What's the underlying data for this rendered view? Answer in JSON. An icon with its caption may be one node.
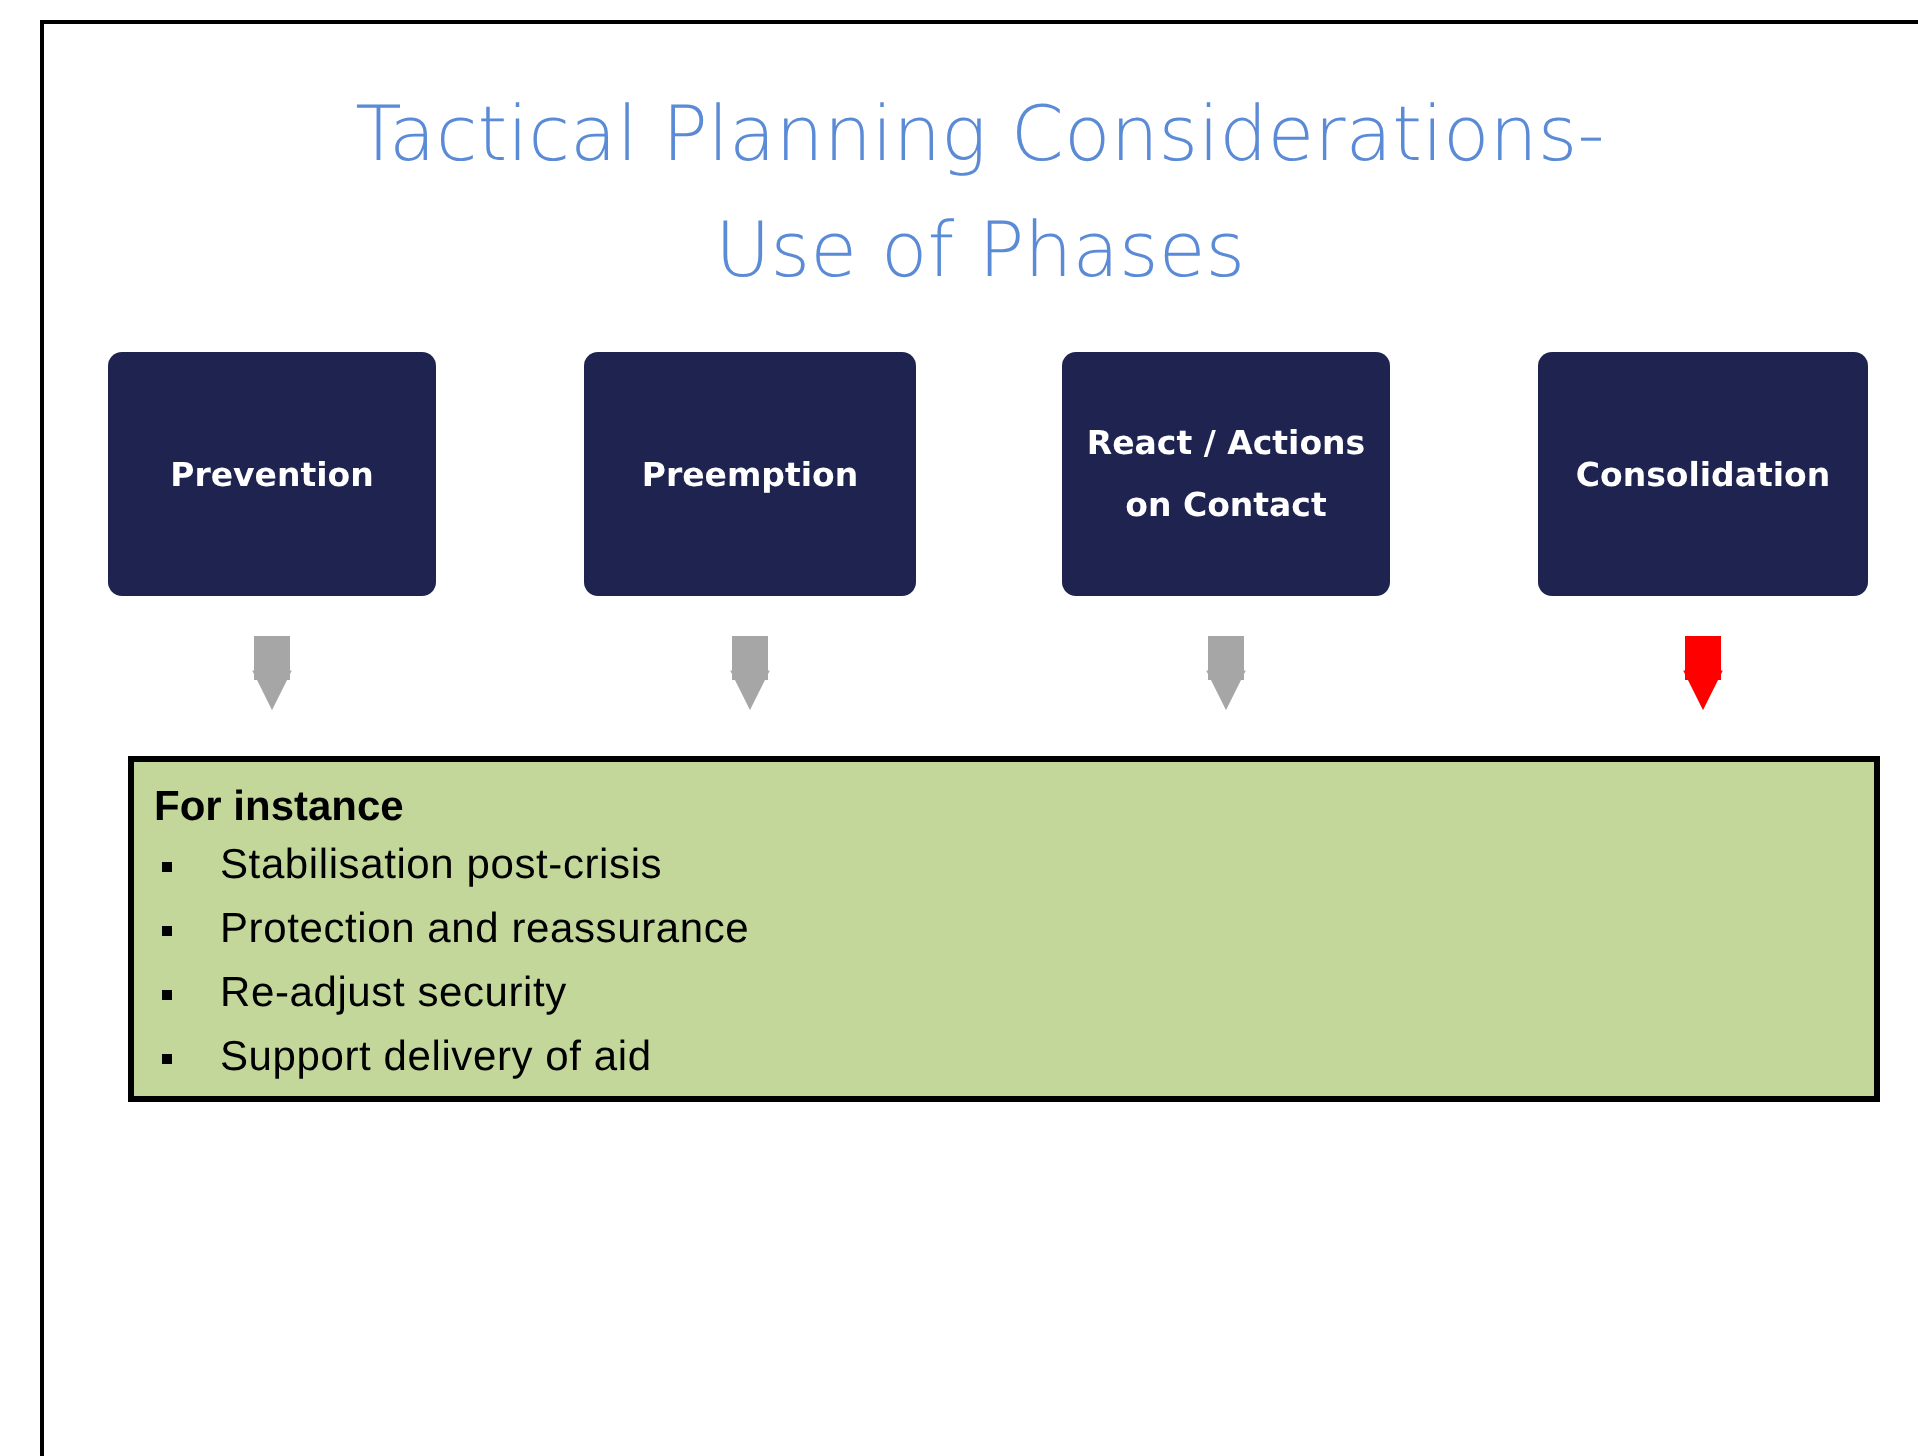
{
  "diagram": {
    "title": "Tactical Planning Considerations- Use of Phases",
    "nodes": [
      {
        "text": [
          "Prevention"
        ]
      },
      {
        "text": [
          "Preemption"
        ]
      },
      {
        "text": [
          "React / Actions on Contact"
        ]
      },
      {
        "text": [
          "Consolidation"
        ]
      },
      {
        "text": [
          "For instance",
          "Stabilisation post-crisis",
          "Protection and reassurance",
          "Re-adjust security",
          "Support delivery of aid"
        ]
      }
    ],
    "edges": [
      {
        "from": 0,
        "to": 4,
        "arrow": "to"
      },
      {
        "from": 1,
        "to": 4,
        "arrow": "to"
      },
      {
        "from": 2,
        "to": 4,
        "arrow": "to"
      },
      {
        "from": 3,
        "to": 4,
        "arrow": "to",
        "color": "#ff0000"
      }
    ]
  }
}
